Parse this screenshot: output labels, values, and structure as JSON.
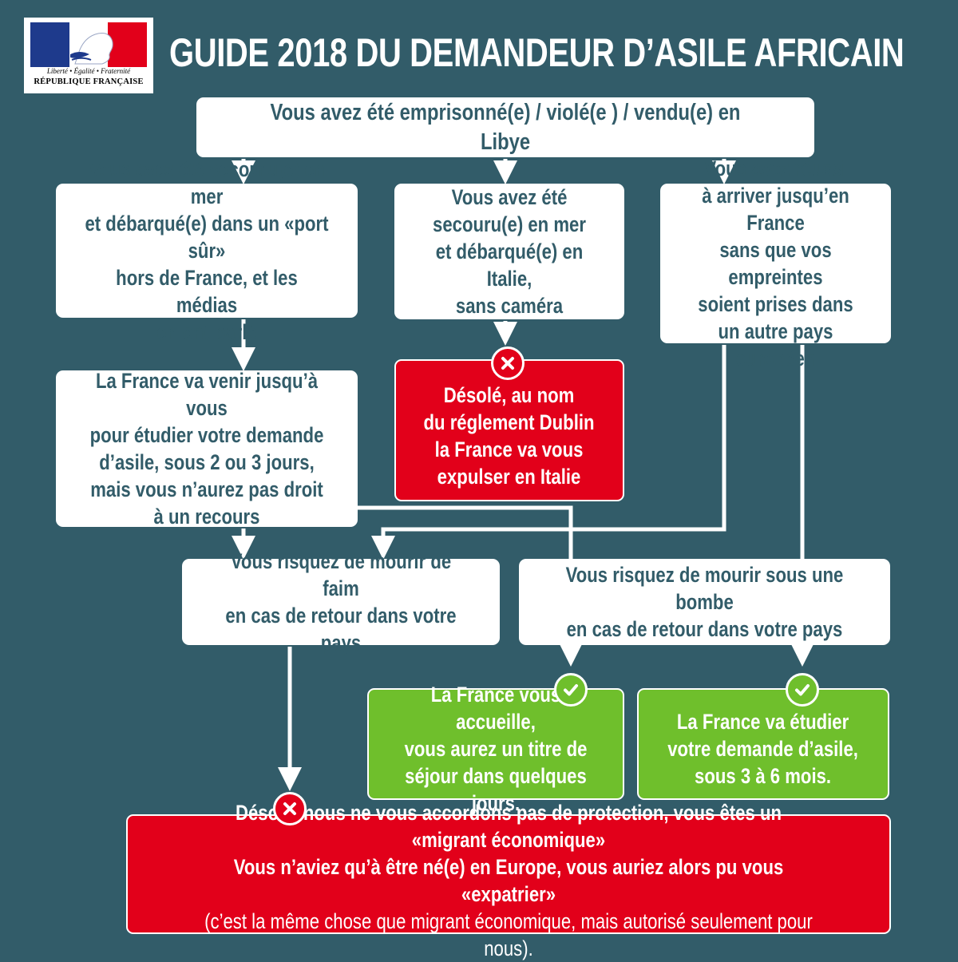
{
  "logo": {
    "motto": "Liberté • Égalité • Fraternité",
    "republic": "RÉPUBLIQUE FRANÇAISE",
    "colors": {
      "blue": "#1e3a8c",
      "red": "#e2001a",
      "white": "#ffffff"
    }
  },
  "title": "GUIDE 2018 DU DEMANDEUR D’ASILE AFRICAIN",
  "colors": {
    "background": "#325c69",
    "box": "#ffffff",
    "text": "#325c69",
    "negative": "#e2001a",
    "positive": "#6fbf2c",
    "connector": "#ffffff"
  },
  "nodes": {
    "start": "Vous avez été emprisonné(e) / violé(e ) / vendu(e) en Libye",
    "rescued_safe_port": "Vous avez été secouru(e) en mer\net débarqué(e) dans un «port sûr»\nhors  de France, et les médias\nen ont parlé",
    "rescued_italy": "Vous avez été\nsecouru(e) en mer\net débarqué(e) en Italie,\nsans caméra",
    "reached_france": "Vous avez réussi\nà arriver jusqu’en France\nsans que vos empreintes\nsoient prises dans\nun autre pays européen",
    "france_comes": "La France va venir jusqu’à vous\npour étudier votre demande\nd’asile, sous 2 ou 3 jours,\nmais vous n’aurez pas droit\nà un recours",
    "dublin_expulsion": "Désolé, au nom\ndu réglement Dublin\nla France va vous\nexpulser en Italie",
    "hunger_risk": "Vous risquez de mourir de faim\nen cas de retour dans votre pays",
    "bomb_risk": "Vous risquez de mourir sous une bombe\nen cas de retour dans votre pays",
    "welcome": "La France vous accueille,\nvous aurez un titre de\nséjour dans quelques jours.",
    "study_asylum": "La France va étudier\nvotre demande d’asile,\nsous 3 à 6 mois.",
    "refusal_line1": "Désolé, nous ne vous accordons pas de protection, vous êtes un «migrant économique»",
    "refusal_line2": "Vous n’aviez qu’à être né(e) en Europe, vous auriez alors pu vous «expatrier»",
    "refusal_line3": "(c’est la même chose que migrant économique, mais autorisé seulement pour nous)."
  },
  "icons": {
    "negative_badge": "cross-icon",
    "positive_badge": "check-icon",
    "flag": "marianne-flag-icon"
  }
}
